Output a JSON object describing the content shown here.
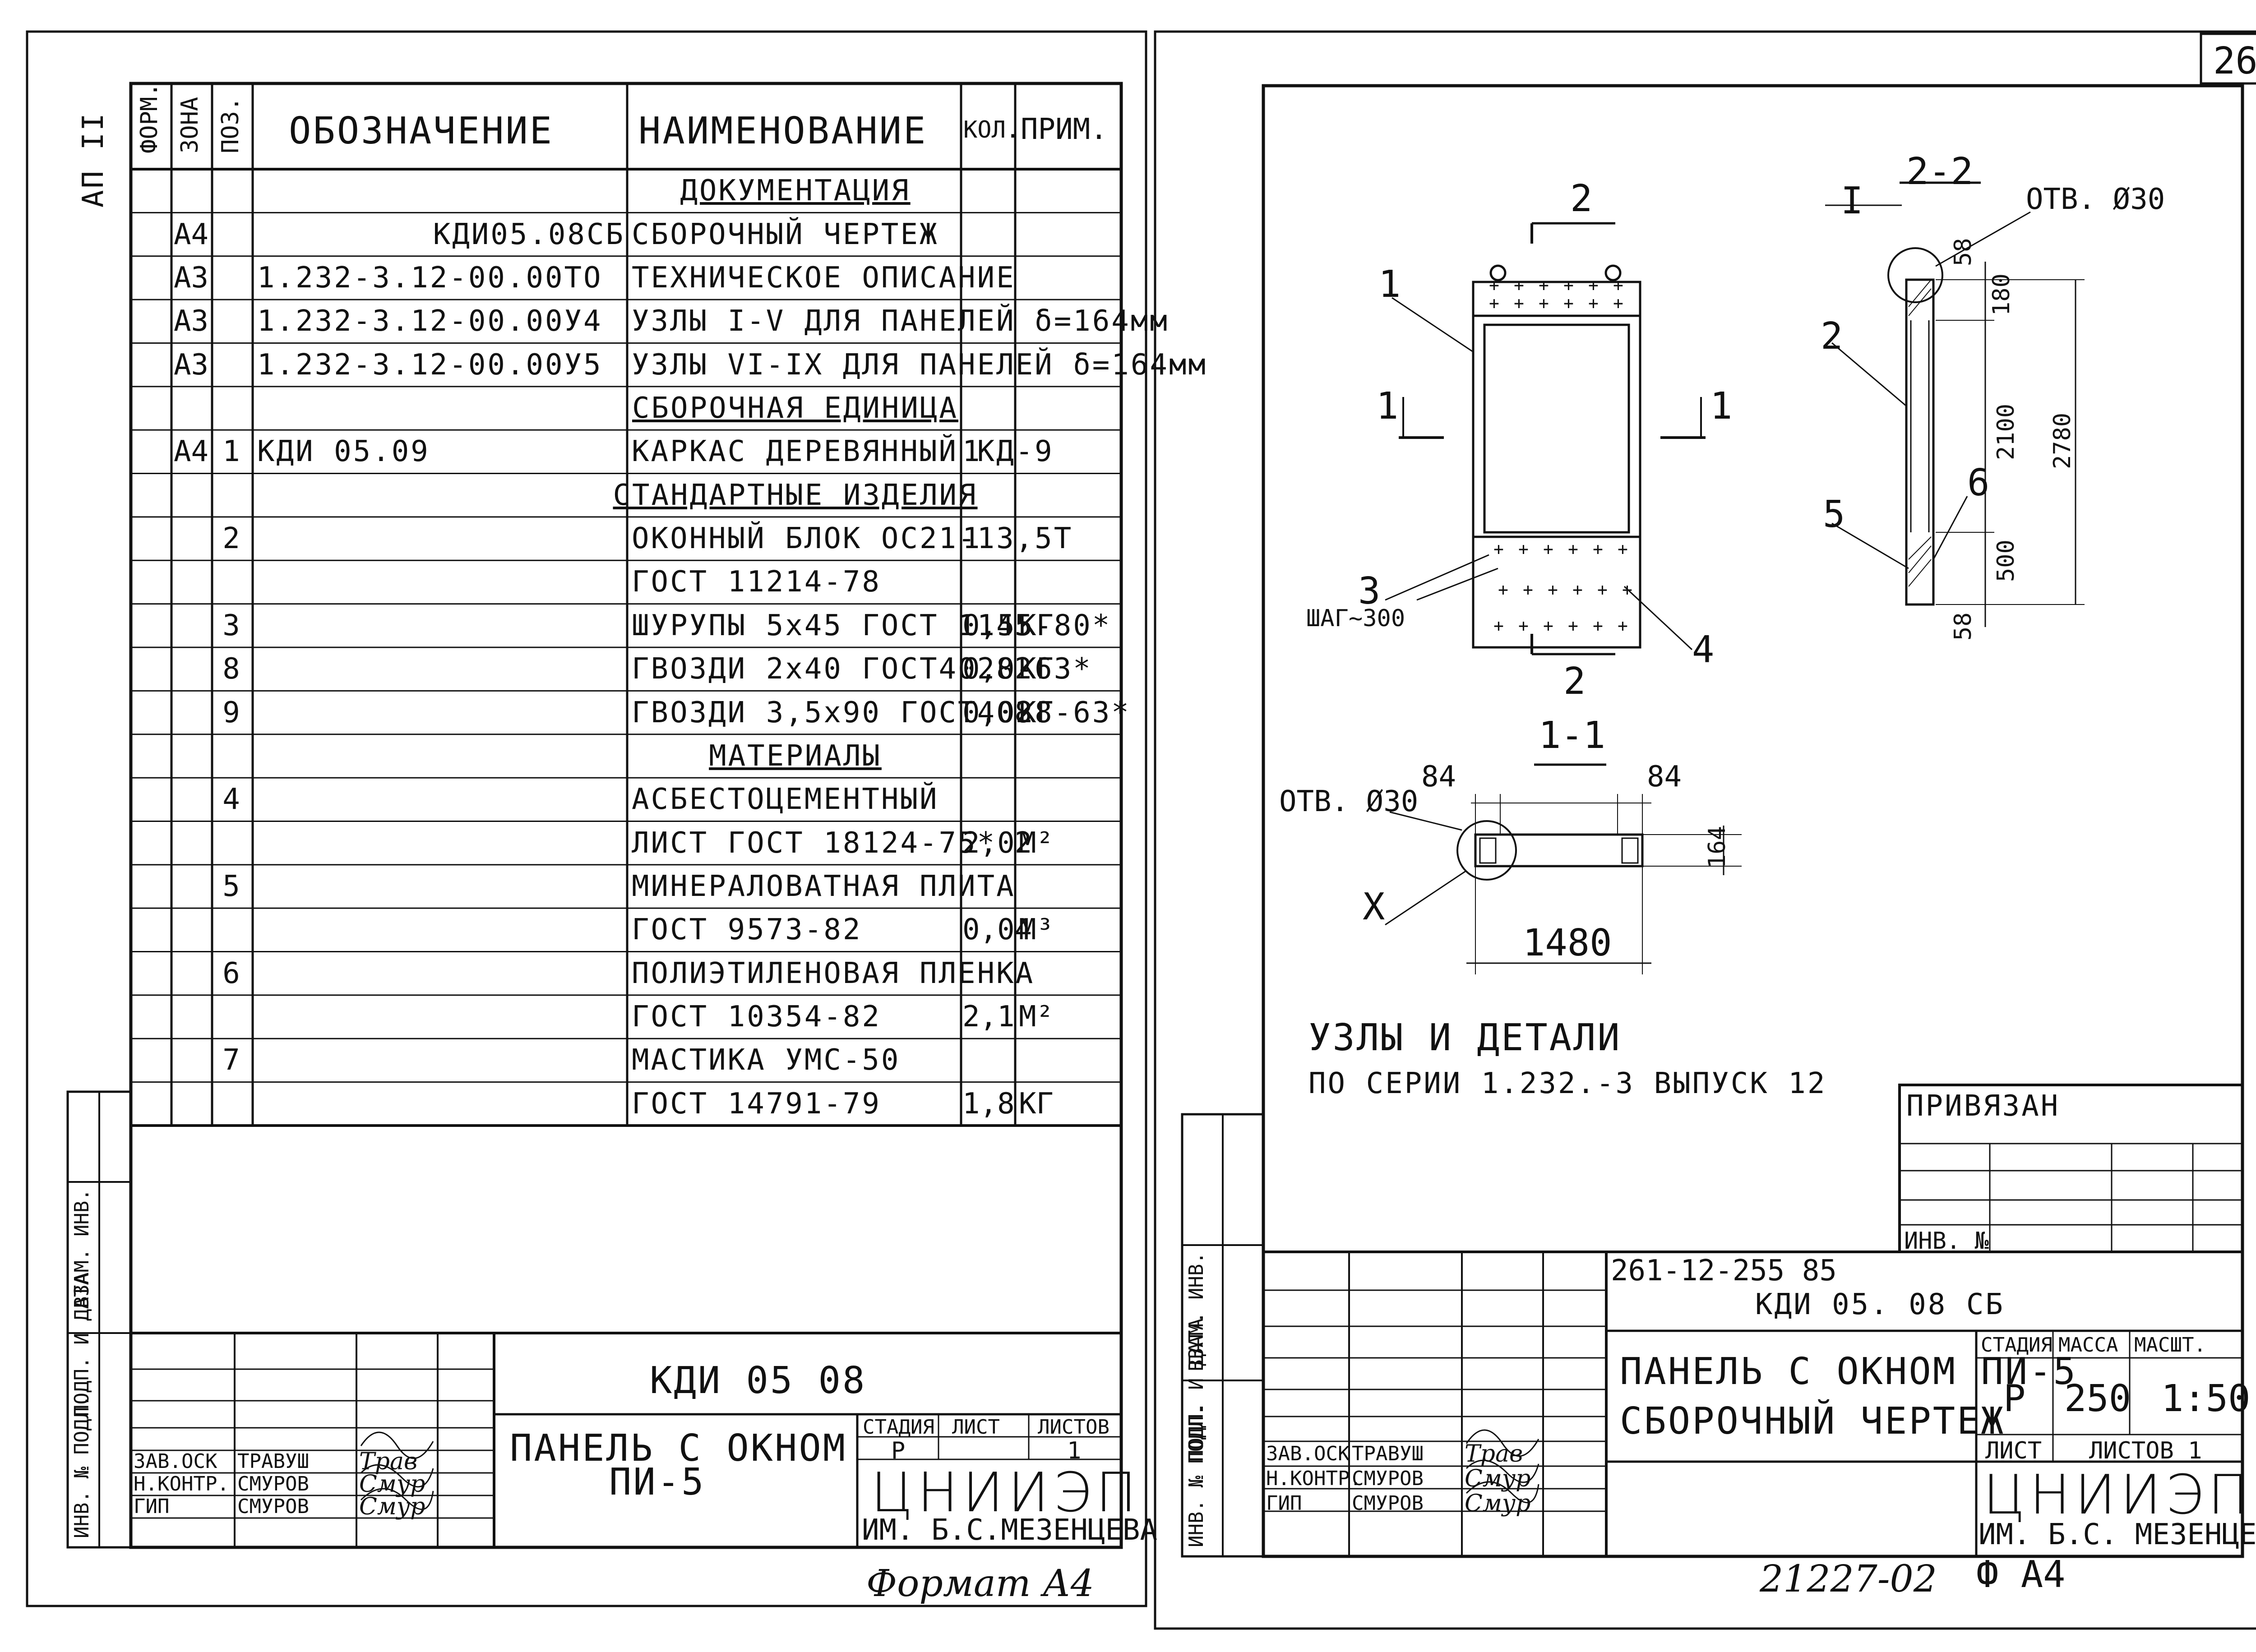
{
  "page_number": "26",
  "margin_note": "АП II",
  "spec": {
    "headers": {
      "format": "ФОРМ.",
      "zone": "ЗОНА",
      "pos": "ПОЗ.",
      "designation": "ОБОЗНАЧЕНИЕ",
      "name": "НАИМЕНОВАНИЕ",
      "qty": "КОЛ.",
      "note": "ПРИМ."
    },
    "rows": [
      {
        "format": "",
        "pos": "",
        "designation": "",
        "name": "ДОКУМЕНТАЦИЯ",
        "qty": "",
        "note": "",
        "section": true
      },
      {
        "format": "А4",
        "pos": "",
        "designation": "КДИ05.08СБ",
        "name": "СБОРОЧНЫЙ ЧЕРТЕЖ",
        "qty": "",
        "note": ""
      },
      {
        "format": "А3",
        "pos": "",
        "designation": "1.232-3.12-00.00ТО",
        "name": "ТЕХНИЧЕСКОЕ ОПИСАНИЕ",
        "qty": "",
        "note": ""
      },
      {
        "format": "А3",
        "pos": "",
        "designation": "1.232-3.12-00.00У4",
        "name": "УЗЛЫ I-V ДЛЯ ПАНЕЛЕЙ δ=164мм",
        "qty": "",
        "note": ""
      },
      {
        "format": "А3",
        "pos": "",
        "designation": "1.232-3.12-00.00У5",
        "name": "УЗЛЫ VI-IX ДЛЯ ПАНЕЛЕЙ δ=164мм",
        "qty": "",
        "note": ""
      },
      {
        "format": "",
        "pos": "",
        "designation": "",
        "name": "СБОРОЧНАЯ ЕДИНИЦА",
        "qty": "",
        "note": "",
        "section": true
      },
      {
        "format": "А4",
        "pos": "1",
        "designation": "КДИ 05.09",
        "name": "КАРКАС ДЕРЕВЯННЫЙ КД-9",
        "qty": "1",
        "note": ""
      },
      {
        "format": "",
        "pos": "",
        "designation": "",
        "name": "СТАНДАРТНЫЕ ИЗДЕЛИЯ",
        "qty": "",
        "note": "",
        "section": true
      },
      {
        "format": "",
        "pos": "2",
        "designation": "",
        "name": "ОКОННЫЙ БЛОК ОС21-13,5Т",
        "qty": "1",
        "note": ""
      },
      {
        "format": "",
        "pos": "",
        "designation": "",
        "name": "ГОСТ 11214-78",
        "qty": "",
        "note": ""
      },
      {
        "format": "",
        "pos": "3",
        "designation": "",
        "name": "ШУРУПЫ 5х45 ГОСТ 1145-80*",
        "qty": "0,55",
        "note": "КГ"
      },
      {
        "format": "",
        "pos": "8",
        "designation": "",
        "name": "ГВОЗДИ 2х40 ГОСТ4028-63*",
        "qty": "0,02",
        "note": "КГ"
      },
      {
        "format": "",
        "pos": "9",
        "designation": "",
        "name": "ГВОЗДИ 3,5х90 ГОСТ4028-63*",
        "qty": "0,08",
        "note": "КГ"
      },
      {
        "format": "",
        "pos": "",
        "designation": "",
        "name": "МАТЕРИАЛЫ",
        "qty": "",
        "note": "",
        "section": true
      },
      {
        "format": "",
        "pos": "4",
        "designation": "",
        "name": "АСБЕСТОЦЕМЕНТНЫЙ",
        "qty": "",
        "note": ""
      },
      {
        "format": "",
        "pos": "",
        "designation": "",
        "name": "ЛИСТ ГОСТ 18124-75*",
        "qty": "2,02",
        "note": "М²"
      },
      {
        "format": "",
        "pos": "5",
        "designation": "",
        "name": "МИНЕРАЛОВАТНАЯ ПЛИТА",
        "qty": "",
        "note": ""
      },
      {
        "format": "",
        "pos": "",
        "designation": "",
        "name": "ГОСТ 9573-82",
        "qty": "0,04",
        "note": "М³"
      },
      {
        "format": "",
        "pos": "6",
        "designation": "",
        "name": "ПОЛИЭТИЛЕНОВАЯ ПЛЕНКА",
        "qty": "",
        "note": ""
      },
      {
        "format": "",
        "pos": "",
        "designation": "",
        "name": "ГОСТ 10354-82",
        "qty": "2,1",
        "note": "М²"
      },
      {
        "format": "",
        "pos": "7",
        "designation": "",
        "name": "МАСТИКА УМС-50",
        "qty": "",
        "note": ""
      },
      {
        "format": "",
        "pos": "",
        "designation": "",
        "name": "ГОСТ 14791-79",
        "qty": "1,8",
        "note": "КГ"
      }
    ]
  },
  "side_stamp": {
    "inv_orig": "ИНВ. № ПОДЛ.",
    "sign_date": "ПОДП. И ДАТА",
    "replace_inv": "ВЗАМ. ИНВ."
  },
  "left_title": {
    "code": "КДИ 05 08",
    "title_line1": "ПАНЕЛЬ С ОКНОМ",
    "title_line2": "ПИ-5",
    "stage_label": "СТАДИЯ",
    "sheet_label": "ЛИСТ",
    "sheets_label": "ЛИСТОВ",
    "stage": "Р",
    "sheets": "1",
    "people": [
      {
        "role": "ЗАВ.ОСК",
        "name": "ТРАВУШ",
        "sign": "Трав"
      },
      {
        "role": "Н.КОНТР.",
        "name": "СМУРОВ",
        "sign": "Смур"
      },
      {
        "role": "ГИП",
        "name": "СМУРОВ",
        "sign": "Смур"
      }
    ],
    "org_logo": "ЦНИИЭП",
    "org_name": "ИМ. Б.С.МЕЗЕНЦЕВА",
    "format_note": "Формат А4"
  },
  "drawing": {
    "cut_2": "2",
    "cut_1": "1",
    "pos_labels": [
      "1",
      "2",
      "3",
      "4",
      "5",
      "6"
    ],
    "pitch": "ШАГ~300",
    "section_22": "2-2",
    "section_11": "1-1",
    "hole_label": "ОТВ. Ø30",
    "node_I": "I",
    "node_X": "X",
    "dims": {
      "d58a": "58",
      "d180": "180",
      "d2100": "2100",
      "d2780": "2780",
      "d500": "500",
      "d58b": "58",
      "d84a": "84",
      "d84b": "84",
      "d164": "164",
      "d1480": "1480"
    },
    "note_line1": "УЗЛЫ И ДЕТАЛИ",
    "note_line2": "ПО СЕРИИ 1.232.-3 ВЫПУСК 12"
  },
  "right_title": {
    "bound": "ПРИВЯЗАН",
    "inv_no": "ИНВ. №",
    "project_no": "261-12-255 85",
    "code": "КДИ 05. 08 СБ",
    "title_line1": "ПАНЕЛЬ С ОКНОМ ПИ-5",
    "title_line2": "СБОРОЧНЫЙ ЧЕРТЕЖ",
    "stage_label": "СТАДИЯ",
    "mass_label": "МАССА",
    "scale_label": "МАСШТ.",
    "stage": "Р",
    "mass": "250",
    "scale": "1:50",
    "sheet_label": "ЛИСТ",
    "sheets_label": "ЛИСТОВ 1",
    "people": [
      {
        "role": "ЗАВ.ОСК",
        "name": "ТРАВУШ",
        "sign": "Трав"
      },
      {
        "role": "Н.КОНТР.",
        "name": "СМУРОВ",
        "sign": "Смур"
      },
      {
        "role": "ГИП",
        "name": "СМУРОВ",
        "sign": "Смур"
      }
    ],
    "org_logo": "ЦНИИЭП",
    "org_name": "ИМ. Б.С. МЕЗЕНЦЕВА",
    "doc_number": "21227-02",
    "format_note": "Ф А4"
  }
}
